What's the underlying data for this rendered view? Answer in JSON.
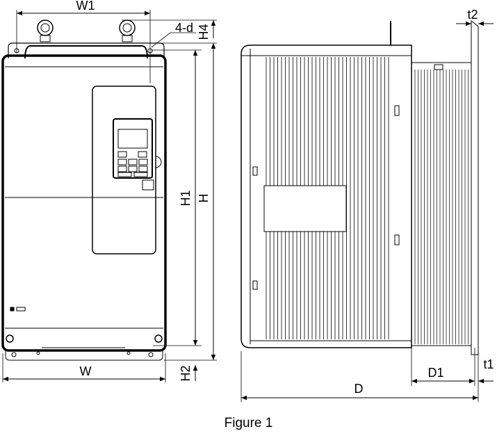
{
  "figure": {
    "caption": "Figure 1",
    "dimensions": {
      "W1": "W1",
      "mounting_holes": "4-d",
      "H4": "H4",
      "H1": "H1",
      "H": "H",
      "W": "W",
      "H2": "H2",
      "t2": "t2",
      "D1": "D1",
      "t1": "t1",
      "D": "D"
    }
  }
}
